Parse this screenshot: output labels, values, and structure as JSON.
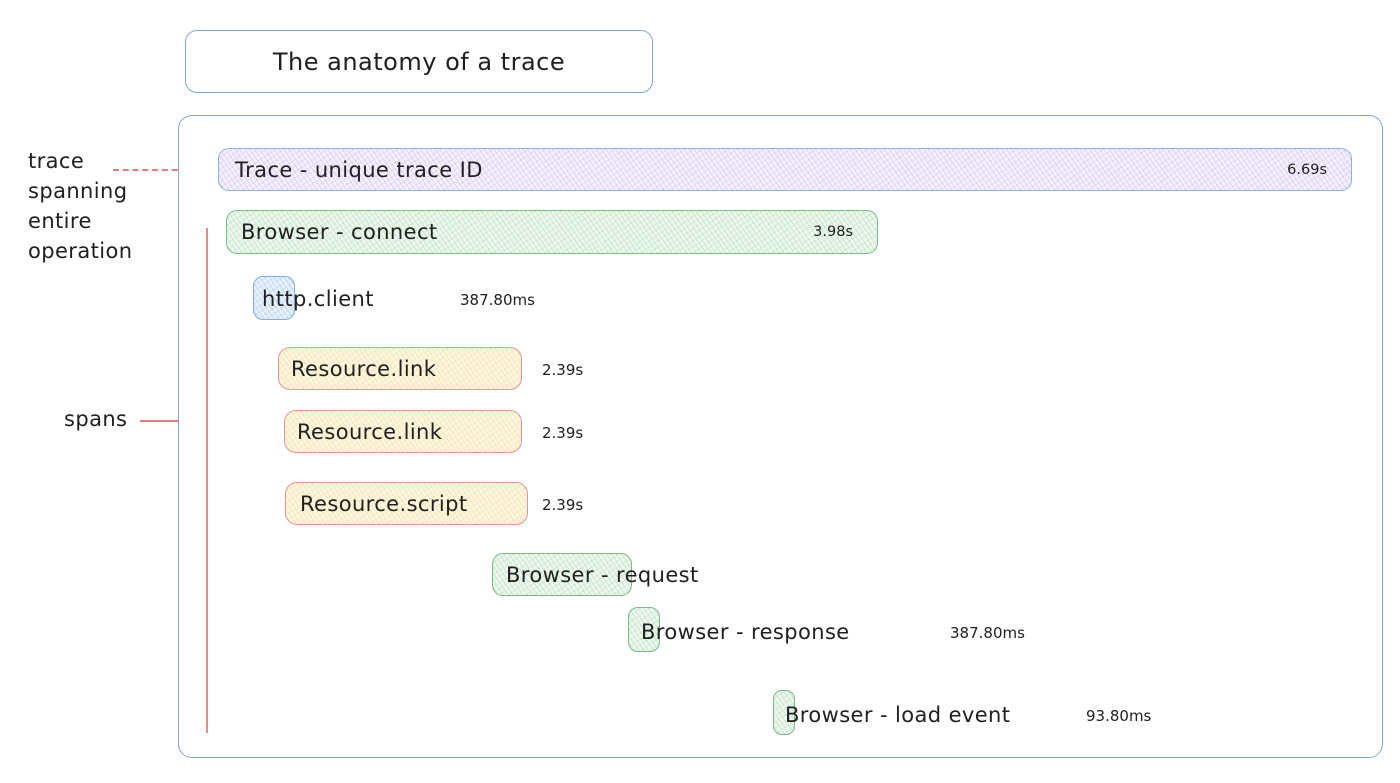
{
  "title": "The anatomy of a trace",
  "annotations": {
    "trace": {
      "lines": [
        "trace",
        "spanning",
        "entire",
        "operation"
      ]
    },
    "spans": {
      "label": "spans"
    }
  },
  "colors": {
    "container_border": "#7fa8d9",
    "annotation_red": "#e27d7d",
    "purple_fill": "#f4f0fc",
    "purple_border": "#8fb0e3",
    "green_fill": "#eef8ef",
    "green_border": "#79bb83",
    "yellow_fill": "#fdf7e1",
    "yellow_border": "#e8968c",
    "blue_fill": "#e9f2fb",
    "blue_border": "#7fb0e0",
    "text": "#202020"
  },
  "spans": [
    {
      "label": "Trace - unique trace ID",
      "duration": "6.69s",
      "variant": "purple"
    },
    {
      "label": "Browser - connect",
      "duration": "3.98s",
      "variant": "green"
    },
    {
      "label": "http.client",
      "duration": "387.80ms",
      "variant": "blue"
    },
    {
      "label": "Resource.link",
      "duration": "2.39s",
      "variant": "yellow"
    },
    {
      "label": "Resource.link",
      "duration": "2.39s",
      "variant": "yellow"
    },
    {
      "label": "Resource.script",
      "duration": "2.39s",
      "variant": "yellow"
    },
    {
      "label": "Browser - request",
      "duration": "",
      "variant": "green"
    },
    {
      "label": "Browser - response",
      "duration": "387.80ms",
      "variant": "green"
    },
    {
      "label": "Browser - load event",
      "duration": "93.80ms",
      "variant": "green"
    }
  ]
}
